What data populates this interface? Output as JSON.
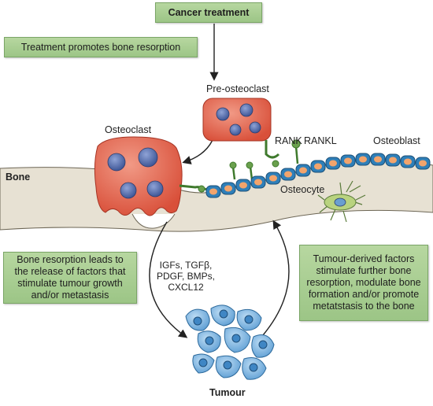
{
  "boxes": {
    "cancer_treatment": "Cancer treatment",
    "treatment_promotes": "Treatment promotes bone resorption",
    "bone_resorption_leads": "Bone resorption leads to the release of factors that stimulate tumour growth and/or metastasis",
    "tumour_derived": "Tumour-derived factors stimulate further bone resorption, modulate bone formation and/or promote metatstasis to the bone"
  },
  "labels": {
    "pre_osteoclast": "Pre-osteoclast",
    "osteoclast": "Osteoclast",
    "rank": "RANK",
    "rankl": "RANKL",
    "osteoblast": "Osteoblast",
    "bone": "Bone",
    "osteocyte": "Osteocyte",
    "tumour": "Tumour"
  },
  "factors": [
    "IGFs, TGFβ,",
    "PDGF, BMPs,",
    "CXCL12"
  ],
  "colors": {
    "box_fill": "#a8cf91",
    "osteoclast": "#e0614c",
    "nucleus": "#5b73b0",
    "osteoblast": "#2e7fb9",
    "bone": "#e7e1d3",
    "receptor": "#6aa04d",
    "tumour": "#5aa0d8"
  }
}
